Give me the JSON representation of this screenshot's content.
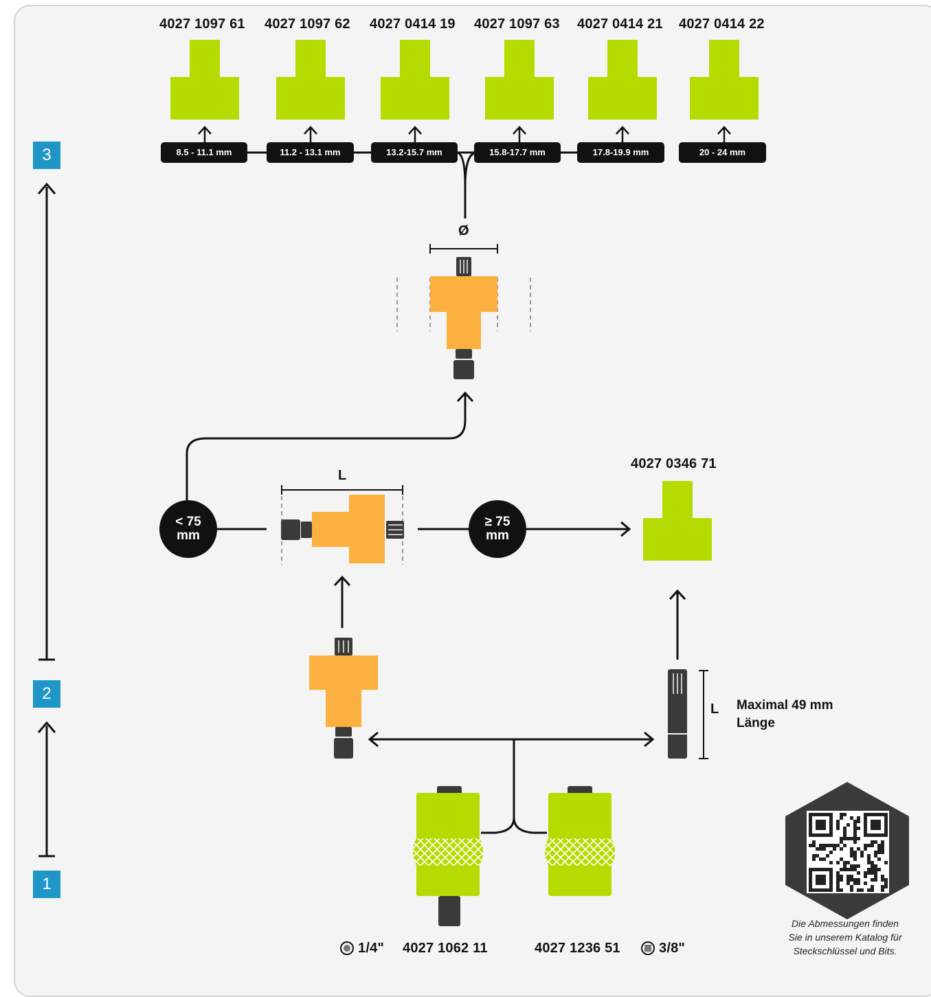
{
  "top_products": [
    {
      "article": "4027 1097 61",
      "range": "8.5 - 11.1 mm"
    },
    {
      "article": "4027 1097 62",
      "range": "11.2 - 13.1 mm"
    },
    {
      "article": "4027 0414 19",
      "range": "13.2-15.7 mm"
    },
    {
      "article": "4027 1097 63",
      "range": "15.8-17.7 mm"
    },
    {
      "article": "4027 0414 21",
      "range": "17.8-19.9 mm"
    },
    {
      "article": "4027 0414 22",
      "range": "20 - 24 mm"
    }
  ],
  "steps": [
    "3",
    "2",
    "1"
  ],
  "diameter_label": "Ø",
  "length_label": "L",
  "less_than": {
    "line1": "< 75",
    "line2": "mm"
  },
  "greater_equal": {
    "line1": "≥ 75",
    "line2": "mm"
  },
  "right_product_article": "4027 0346 71",
  "bit_length_label": "L",
  "bit_max_text": {
    "line1": "Maximal 49 mm",
    "line2": "Länge"
  },
  "adapters": [
    {
      "drive": "1/4\"",
      "article": "4027 1062 11"
    },
    {
      "article": "4027 1236 51",
      "drive": "3/8\""
    }
  ],
  "catalog_note": {
    "line1": "Die Abmessungen finden",
    "line2": "Sie in unserem Katalog für",
    "line3": "Steckschlüssel und Bits."
  },
  "colors": {
    "green": "#b4dc00",
    "orange": "#fbb040",
    "black": "#111111",
    "step_blue": "#1e96c8",
    "background": "#f4f4f4"
  }
}
